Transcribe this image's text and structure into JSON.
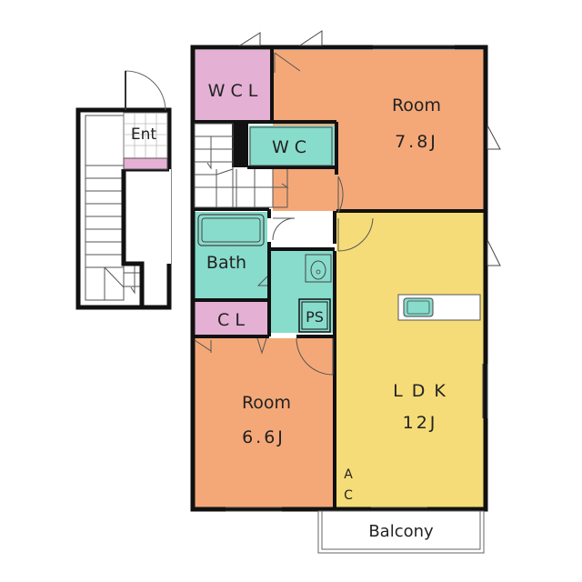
{
  "colors": {
    "wall": "#111111",
    "room": "#f4a878",
    "ldk": "#f5dc78",
    "storage": "#e4b0d4",
    "wet": "#88dccc",
    "floor": "#ffffff",
    "line": "#555555"
  },
  "rooms": {
    "room_north": {
      "label": "Room",
      "size": "7.8J"
    },
    "room_south": {
      "label": "Room",
      "size": "6.6J"
    },
    "ldk": {
      "label": "L D K",
      "size": "12J"
    },
    "wcl": {
      "label": "W C L"
    },
    "wc": {
      "label": "W C"
    },
    "bath": {
      "label": "Bath"
    },
    "cl": {
      "label": "C L"
    },
    "ps": {
      "label": "PS"
    },
    "ac": {
      "line1": "A",
      "line2": "C"
    },
    "entrance": {
      "label": "Ent"
    },
    "balcony": {
      "label": "Balcony"
    }
  }
}
